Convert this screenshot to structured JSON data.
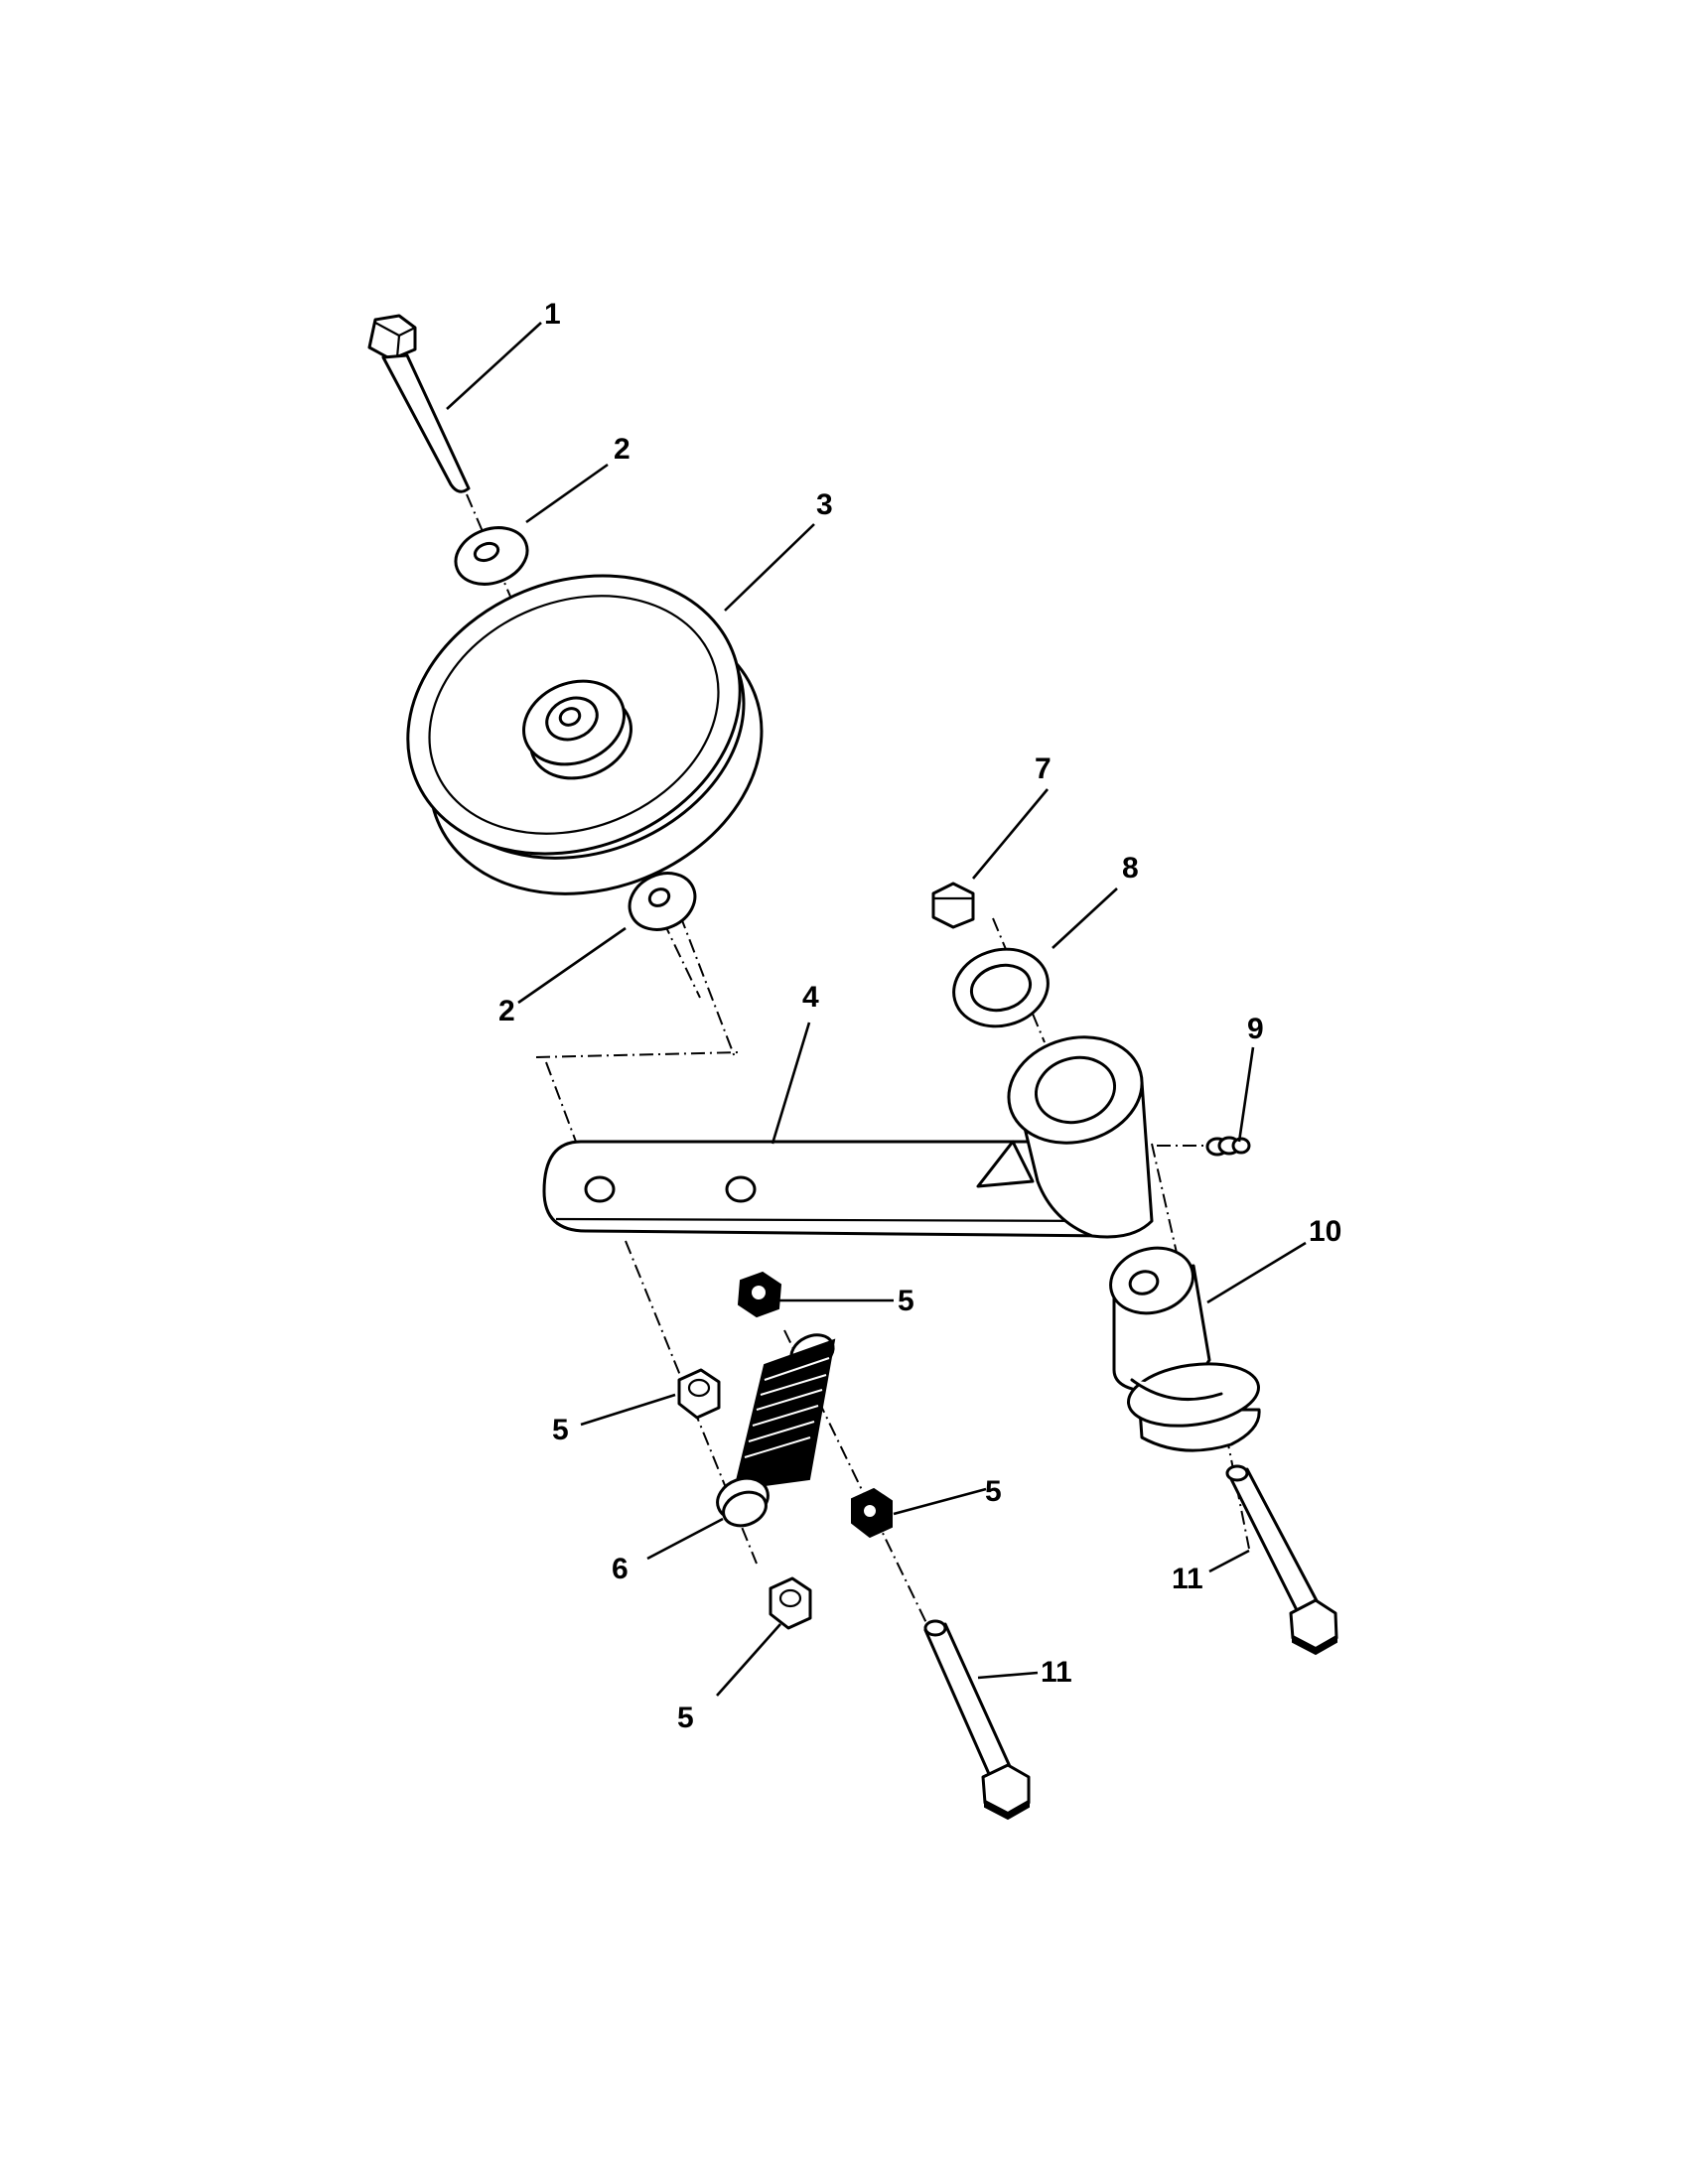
{
  "diagram": {
    "callouts": [
      {
        "id": "c1",
        "label": "1"
      },
      {
        "id": "c2a",
        "label": "2"
      },
      {
        "id": "c3",
        "label": "3"
      },
      {
        "id": "c2b",
        "label": "2"
      },
      {
        "id": "c4",
        "label": "4"
      },
      {
        "id": "c5a",
        "label": "5"
      },
      {
        "id": "c5b",
        "label": "5"
      },
      {
        "id": "c5c",
        "label": "5"
      },
      {
        "id": "c5d",
        "label": "5"
      },
      {
        "id": "c6",
        "label": "6"
      },
      {
        "id": "c7",
        "label": "7"
      },
      {
        "id": "c8",
        "label": "8"
      },
      {
        "id": "c9",
        "label": "9"
      },
      {
        "id": "c10",
        "label": "10"
      },
      {
        "id": "c11a",
        "label": "11"
      },
      {
        "id": "c11b",
        "label": "11"
      }
    ]
  }
}
